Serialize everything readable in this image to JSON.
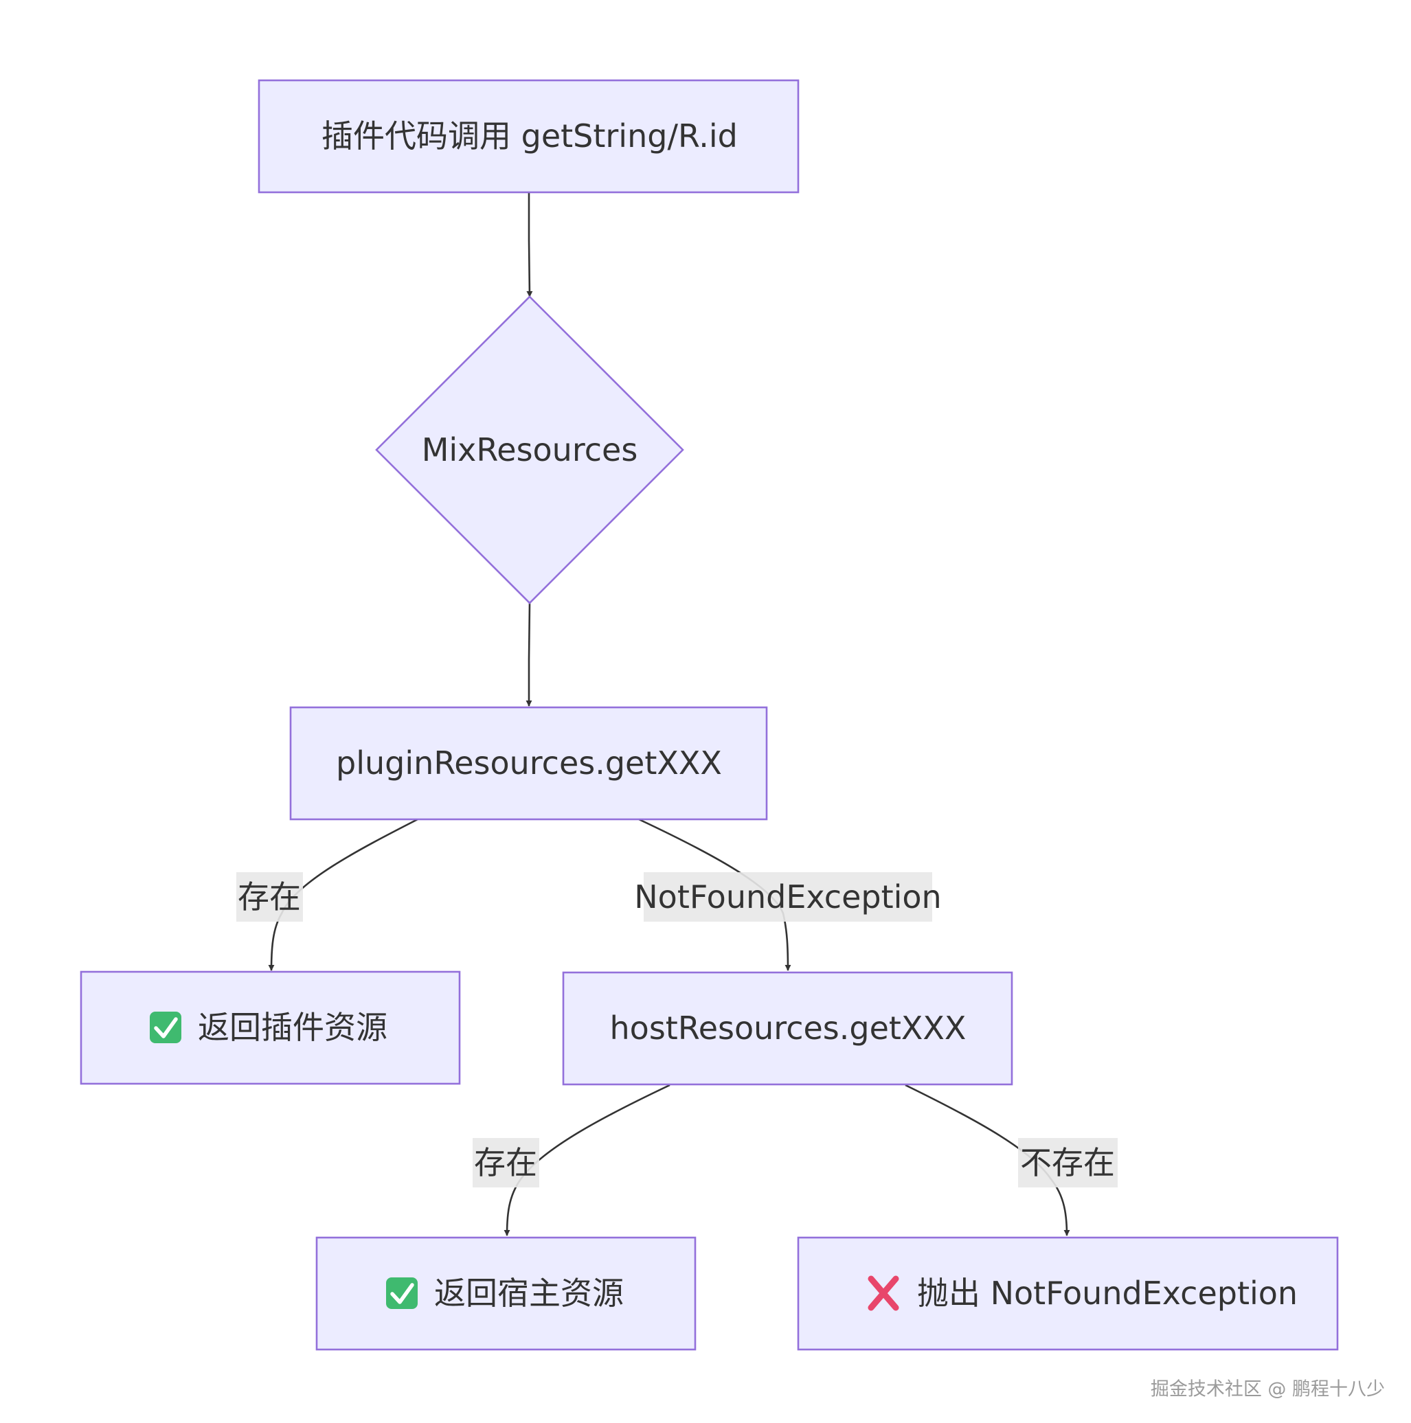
{
  "nodes": {
    "start": "插件代码调用 getString/R.id",
    "decision": "MixResources",
    "plugin": "pluginResources.getXXX",
    "plugin_found": "返回插件资源",
    "host": "hostResources.getXXX",
    "host_found": "返回宿主资源",
    "throw": "抛出 NotFoundException"
  },
  "edges": {
    "plugin_exists": "存在",
    "plugin_not_found": "NotFoundException",
    "host_exists": "存在",
    "host_not_exists": "不存在"
  },
  "icons": {
    "success": "check-mark-icon",
    "failure": "cross-mark-icon"
  },
  "colors": {
    "node_fill": "#ececff",
    "node_stroke": "#9370db",
    "edge": "#333333",
    "success_icon": "#3fba6f",
    "failure_icon": "#e8466b"
  },
  "watermark": "掘金技术社区 @ 鹏程十八少"
}
